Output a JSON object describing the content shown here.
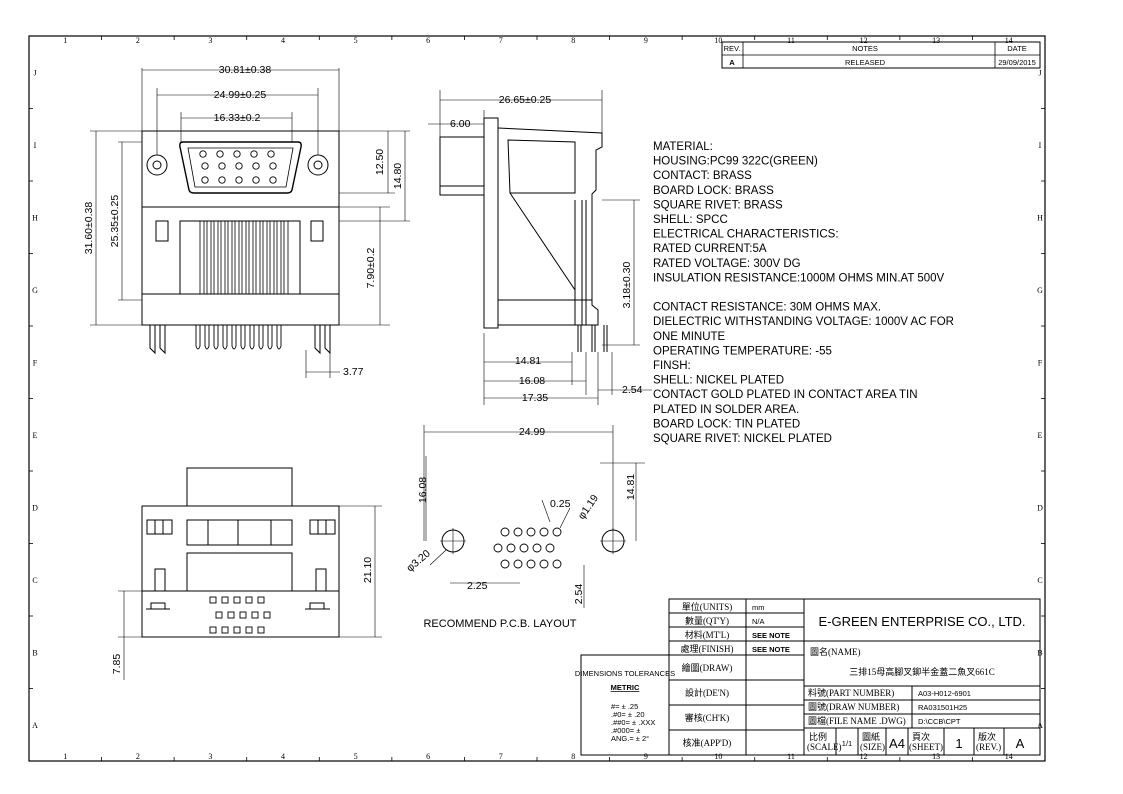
{
  "border": {
    "columns": [
      "1",
      "2",
      "3",
      "4",
      "5",
      "6",
      "7",
      "8",
      "9",
      "10",
      "11",
      "12",
      "13",
      "14"
    ],
    "rows": [
      "J",
      "I",
      "H",
      "G",
      "F",
      "E",
      "D",
      "C",
      "B",
      "A"
    ]
  },
  "revision": {
    "headers": [
      "REV.",
      "NOTES",
      "DATE"
    ],
    "row": [
      "A",
      "RELEASED",
      "29/09/2015"
    ]
  },
  "front_view": {
    "dims": [
      "30.81±0.38",
      "24.99±0.25",
      "16.33±0.2",
      "12.50",
      "14.80",
      "31.60±0.38",
      "25.35±0.25",
      "7.90±0.2",
      "3.77"
    ]
  },
  "side_view": {
    "dims": [
      "26.65±0.25",
      "6.00",
      "3.18±0.30",
      "14.81",
      "16.08",
      "17.35",
      "2.54"
    ]
  },
  "pcb_layout": {
    "dims": [
      "24.99",
      "16.08",
      "14.81",
      "0.25",
      "φ1.19",
      "φ3.20",
      "2.25",
      "2.54"
    ],
    "caption": "RECOMMEND P.C.B. LAYOUT"
  },
  "bottom_view": {
    "dims": [
      "21.10",
      "7.85"
    ]
  },
  "notes": [
    "MATERIAL:",
    "HOUSING:PC99 322C(GREEN)",
    "CONTACT: BRASS",
    "BOARD LOCK: BRASS",
    "SQUARE RIVET: BRASS",
    "SHELL: SPCC",
    "ELECTRICAL CHARACTERISTICS:",
    "RATED CURRENT:5A",
    "RATED VOLTAGE: 300V DG",
    "INSULATION RESISTANCE:1000M OHMS MIN.AT 500V",
    "",
    "CONTACT RESISTANCE: 30M OHMS MAX.",
    "DIELECTRIC WITHSTANDING VOLTAGE: 1000V AC FOR",
    "ONE MINUTE",
    "OPERATING TEMPERATURE: -55",
    "FINSH:",
    "SHELL: NICKEL PLATED",
    "CONTACT GOLD PLATED IN CONTACT AREA TIN",
    "PLATED IN SOLDER AREA.",
    "BOARD LOCK: TIN PLATED",
    "SQUARE RIVET: NICKEL PLATED"
  ],
  "title_block": {
    "company": "E-GREEN ENTERPRISE CO., LTD.",
    "units_label": "單位(UNITS)",
    "units_value": "mm",
    "qty_label": "數量(QT'Y)",
    "qty_value": "N/A",
    "material_label": "材料(MT'L)",
    "material_value": "SEE NOTE",
    "finish_label": "處理(FINISH)",
    "finish_value": "SEE NOTE",
    "draw_label": "繪圖(DRAW)",
    "design_label": "設計(DE'N)",
    "check_label": "審核(CH'K)",
    "approve_label": "核准(APP'D)",
    "name_label": "圖名(NAME)",
    "name_value": "三排15母高腳叉鉚半金蓋二魚叉661C",
    "part_label": "料號(PART NUMBER)",
    "part_value": "A03-H012-6901",
    "drawno_label": "圖號(DRAW NUMBER)",
    "drawno_value": "RA031501H25",
    "file_label": "圖檔(FILE NAME .DWG)",
    "file_value": "D:\\CCB\\CPT",
    "scale_label": "比例",
    "scale_sub": "(SCALE)",
    "scale_value": "1/1",
    "size_label": "圖紙",
    "size_sub": "(SIZE)",
    "size_value": "A4",
    "sheet_label": "頁次",
    "sheet_sub": "(SHEET)",
    "sheet_value": "1",
    "rev_label": "版次",
    "rev_sub": "(REV.)",
    "rev_value": "A"
  },
  "tolerances": {
    "title": "DIMENSIONS TOLERANCES",
    "metric": "METRIC",
    "lines": [
      "#=  ± .25",
      ".#0=  ± .20",
      ".##0=  ± .XXX",
      ".#000=  ±",
      "ANG.=  ± 2°"
    ]
  }
}
